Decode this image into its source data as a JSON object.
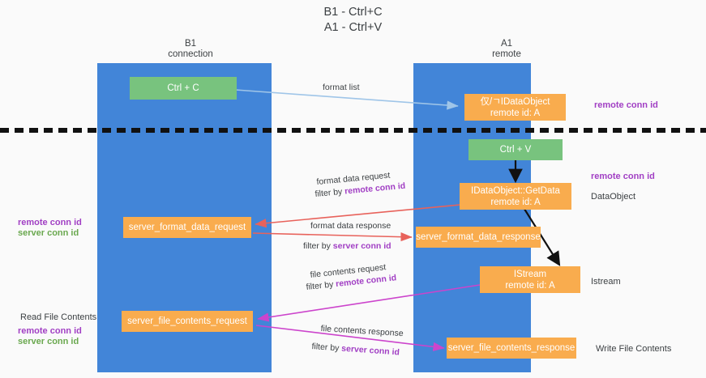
{
  "title": {
    "line1": "B1 - Ctrl+C",
    "line2": "A1 - Ctrl+V"
  },
  "columns": [
    {
      "name": "b1",
      "line1": "B1",
      "line2": "connection"
    },
    {
      "name": "a1",
      "line1": "A1",
      "line2": "remote"
    }
  ],
  "boxes": {
    "ctrl_c": {
      "line1": "Ctrl + C",
      "line2": ""
    },
    "idataobject": {
      "line1": "仅/ㄱIDataObject",
      "line2": "remote id: A"
    },
    "ctrl_v": {
      "line1": "Ctrl + V",
      "line2": ""
    },
    "getdata": {
      "line1": "IDataObject::GetData",
      "line2": "remote id: A"
    },
    "fmt_request": {
      "line1": "server_format_data_request",
      "line2": ""
    },
    "fmt_response": {
      "line1": "server_format_data_response",
      "line2": ""
    },
    "istream": {
      "line1": "IStream",
      "line2": "remote id: A"
    },
    "file_request": {
      "line1": "server_file_contents_request",
      "line2": ""
    },
    "file_response": {
      "line1": "server_file_contents_response",
      "line2": ""
    }
  },
  "arrow_labels": {
    "format_list": "format list",
    "fmt_req_l1": "format data request",
    "fmt_req_l2_prefix": "filter by ",
    "fmt_req_l2_hl": "remote conn id",
    "fmt_res_l1": "format data response",
    "fmt_res_l2_prefix": "filter by ",
    "fmt_res_l2_hl": "server conn id",
    "file_req_l1": "file contents request",
    "file_req_l2_prefix": "filter by ",
    "file_req_l2_hl": "remote conn id",
    "file_res_l1": "file contents response",
    "file_res_l2_prefix": "filter by ",
    "file_res_l2_hl": "server conn id"
  },
  "side_labels": {
    "right_remote_conn_top": "remote conn id",
    "right_remote_conn_mid": "remote conn id",
    "right_dataobject": "DataObject",
    "right_istream": "Istream",
    "right_write_file": "Write File Contents",
    "left_remote_conn_mid": "remote conn id",
    "left_server_conn_mid": "server conn id",
    "left_read_file": "Read File Contents",
    "left_remote_conn_bot": "remote conn id",
    "left_server_conn_bot": "server conn id"
  },
  "colors": {
    "lane": "#4285d8",
    "green_box": "#78c37e",
    "orange_box": "#f9ac4e",
    "purple_text": "#a13fc4",
    "green_text": "#6aa84f",
    "red_arrow": "#e8625b",
    "magenta_arrow": "#cc44cc",
    "blue_arrow": "#9fc5e8",
    "black_arrow": "#111111",
    "background": "#fafafa"
  }
}
